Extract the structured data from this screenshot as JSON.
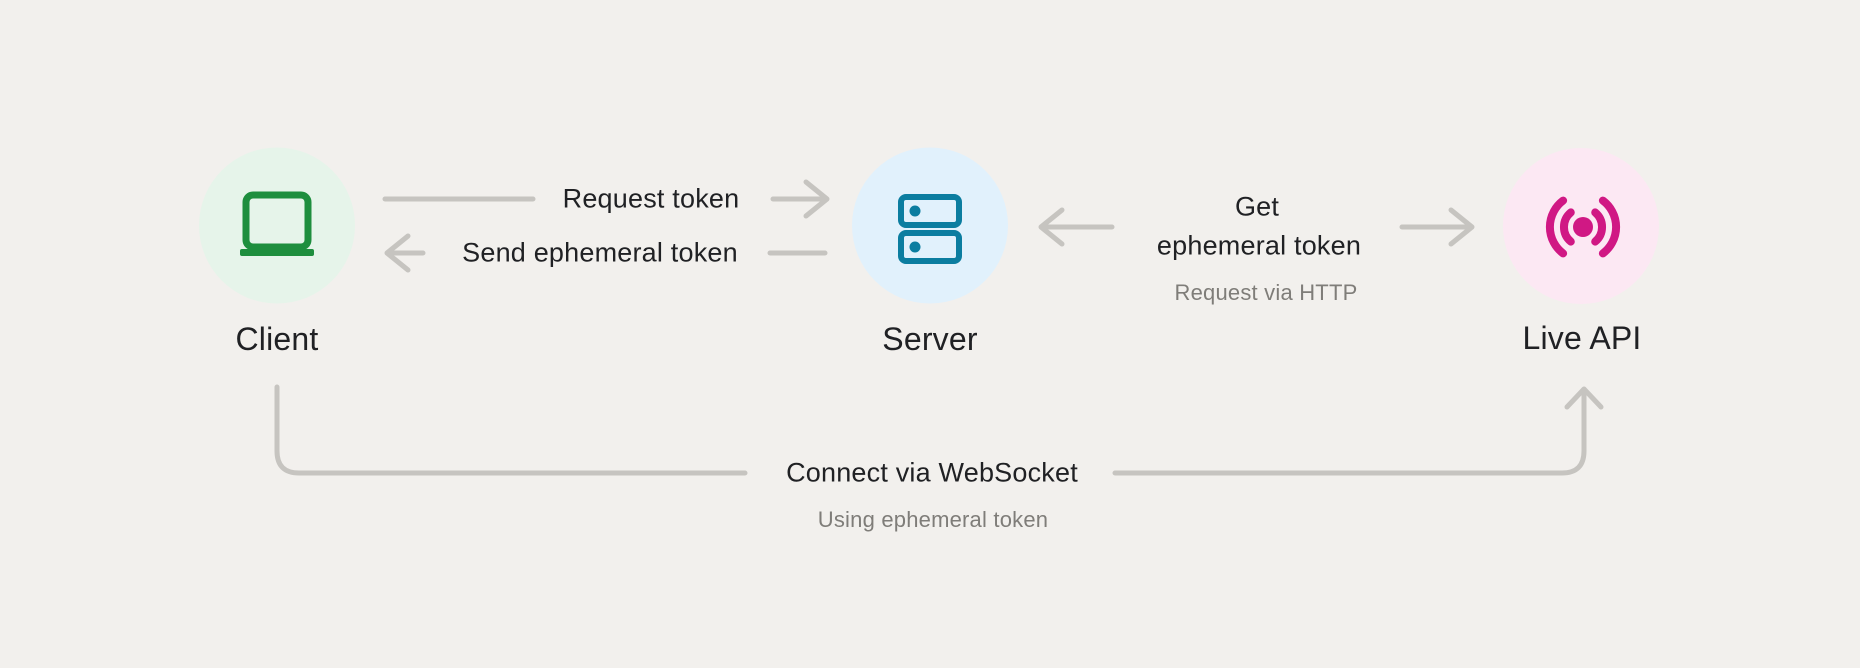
{
  "colors": {
    "background": "#f2f0ed",
    "arrow": "#c6c4c0",
    "text_primary": "#202124",
    "text_secondary": "#7f7d79",
    "client_icon": "#1e8e3e",
    "client_circle": "#e6f4ea",
    "server_icon": "#0b7da0",
    "server_circle": "#e1f1fc",
    "live_api_icon": "#d01884",
    "live_api_circle": "#fce8f3"
  },
  "nodes": {
    "client": {
      "label": "Client",
      "icon": "laptop-icon"
    },
    "server": {
      "label": "Server",
      "icon": "server-rack-icon"
    },
    "live_api": {
      "label": "Live API",
      "icon": "broadcast-icon"
    }
  },
  "edges": {
    "request_token": {
      "label": "Request token",
      "from": "Client",
      "to": "Server"
    },
    "send_ephemeral_token": {
      "label": "Send ephemeral token",
      "from": "Server",
      "to": "Client"
    },
    "get_ephemeral_token": {
      "label_line1": "Get",
      "label_line2": "ephemeral token",
      "sublabel": "Request via HTTP",
      "from": "Server",
      "to": "Live API"
    },
    "connect_websocket": {
      "label": "Connect via WebSocket",
      "sublabel": "Using ephemeral token",
      "from": "Client",
      "to": "Live API"
    }
  }
}
